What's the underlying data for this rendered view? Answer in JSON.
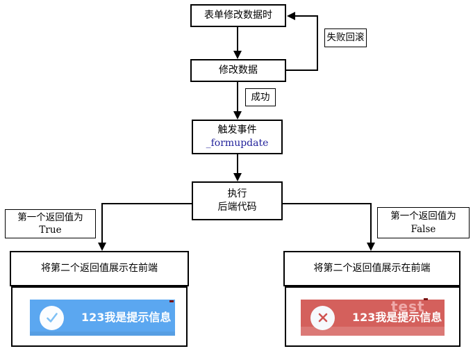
{
  "diagram": {
    "type": "flowchart",
    "language": "zh-CN",
    "nodes": {
      "form_update_trigger": "表单修改数据时",
      "modify_data": "修改数据",
      "trigger_event_line1": "触发事件",
      "trigger_event_line2": "_formupdate",
      "execute_line1": "执行",
      "execute_line2": "后端代码",
      "show_result_left": "将第二个返回值展示在前端",
      "show_result_right": "将第二个返回值展示在前端"
    },
    "edge_labels": {
      "fail_rollback": "失败回滚",
      "success": "成功",
      "branch_true_line1": "第一个返回值为",
      "branch_true_line2": "True",
      "branch_false_line1": "第一个返回值为",
      "branch_false_line2": "False"
    }
  },
  "toasts": {
    "success": {
      "message": "123我是提示信息",
      "bg": "#5ba7f0",
      "icon": "check-circle",
      "icon_color": "#7ec0f5"
    },
    "error": {
      "message": "123我是提示信息",
      "bg": "#d4605c",
      "icon": "x-circle",
      "icon_color": "#cf5250"
    }
  },
  "watermark": "test",
  "colors": {
    "line": "#000000",
    "node_fill": "#ffffff",
    "formupdate_text": "#22229b",
    "toast_success_bg": "#5ba7f0",
    "toast_error_bg": "#d4605c",
    "toast_text": "#ffffff",
    "watermark_text": "#e8969b"
  }
}
